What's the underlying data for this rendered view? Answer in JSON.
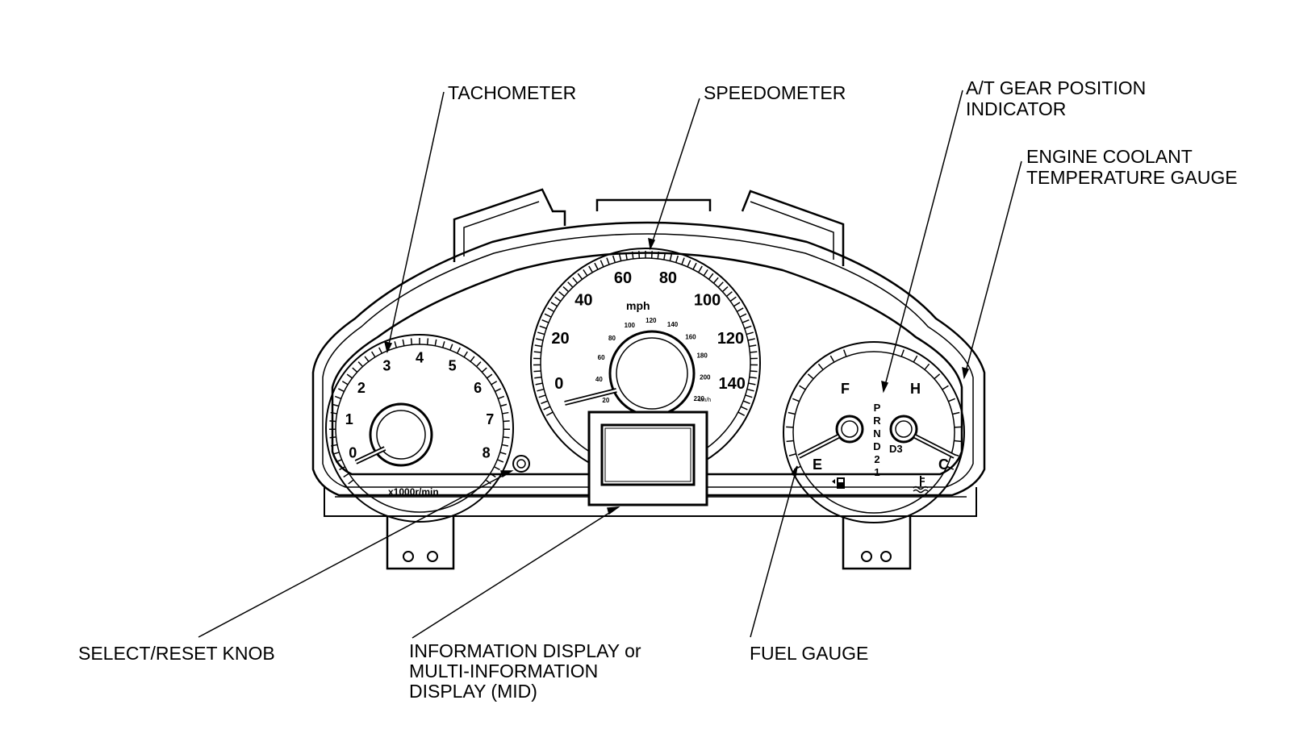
{
  "callouts": {
    "tachometer": "TACHOMETER",
    "speedometer": "SPEEDOMETER",
    "gear_position_line1": "A/T GEAR POSITION",
    "gear_position_line2": "INDICATOR",
    "coolant_line1": "ENGINE COOLANT",
    "coolant_line2": "TEMPERATURE GAUGE",
    "select_reset": "SELECT/RESET KNOB",
    "info_display_line1": "INFORMATION DISPLAY or",
    "info_display_line2": "MULTI-INFORMATION",
    "info_display_line3": "DISPLAY (MID)",
    "fuel_gauge": "FUEL GAUGE"
  },
  "tachometer": {
    "numbers": [
      "0",
      "1",
      "2",
      "3",
      "4",
      "5",
      "6",
      "7",
      "8"
    ],
    "unit": "x1000r/min"
  },
  "speedometer": {
    "mph_numbers": [
      "0",
      "20",
      "40",
      "60",
      "80",
      "100",
      "120",
      "140"
    ],
    "mph_label": "mph",
    "kmh_numbers": [
      "20",
      "40",
      "60",
      "80",
      "100",
      "120",
      "140",
      "160",
      "180",
      "200",
      "220"
    ],
    "kmh_label": "km/h"
  },
  "fuel_gauge": {
    "full": "F",
    "empty": "E"
  },
  "temp_gauge": {
    "hot": "H",
    "cold": "C"
  },
  "gear_indicator": {
    "positions": [
      "P",
      "R",
      "N",
      "D",
      "2",
      "1"
    ],
    "d3_label": "D3"
  },
  "icons": [
    "fuel-pump-icon",
    "coolant-temperature-icon"
  ]
}
